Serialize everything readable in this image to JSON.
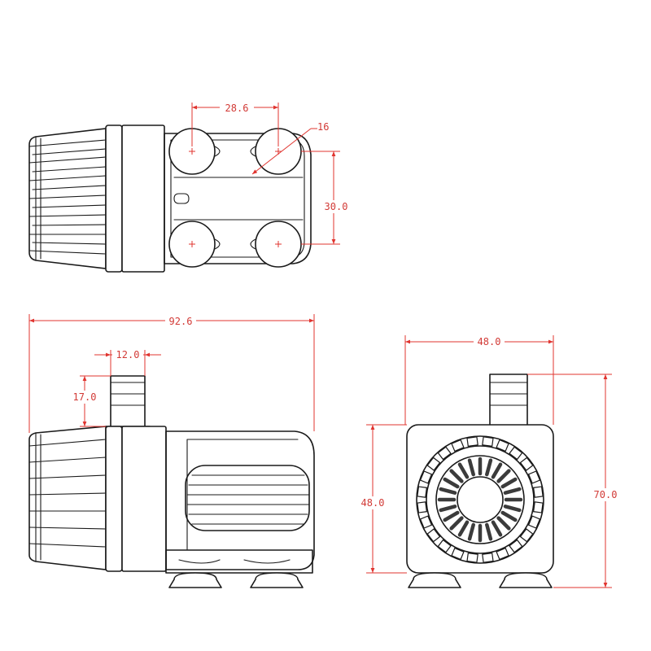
{
  "dimension_color": "#e0342f",
  "line_color": "#1a1a1a",
  "dimensions": {
    "top_spacing": "28.6",
    "top_diameter": "16",
    "top_height": "30.0",
    "overall_length": "92.6",
    "outlet_width": "12.0",
    "outlet_height": "17.0",
    "front_width": "48.0",
    "front_body_height": "48.0",
    "front_total_height": "70.0"
  },
  "views": [
    "top-view",
    "side-view",
    "front-view"
  ]
}
